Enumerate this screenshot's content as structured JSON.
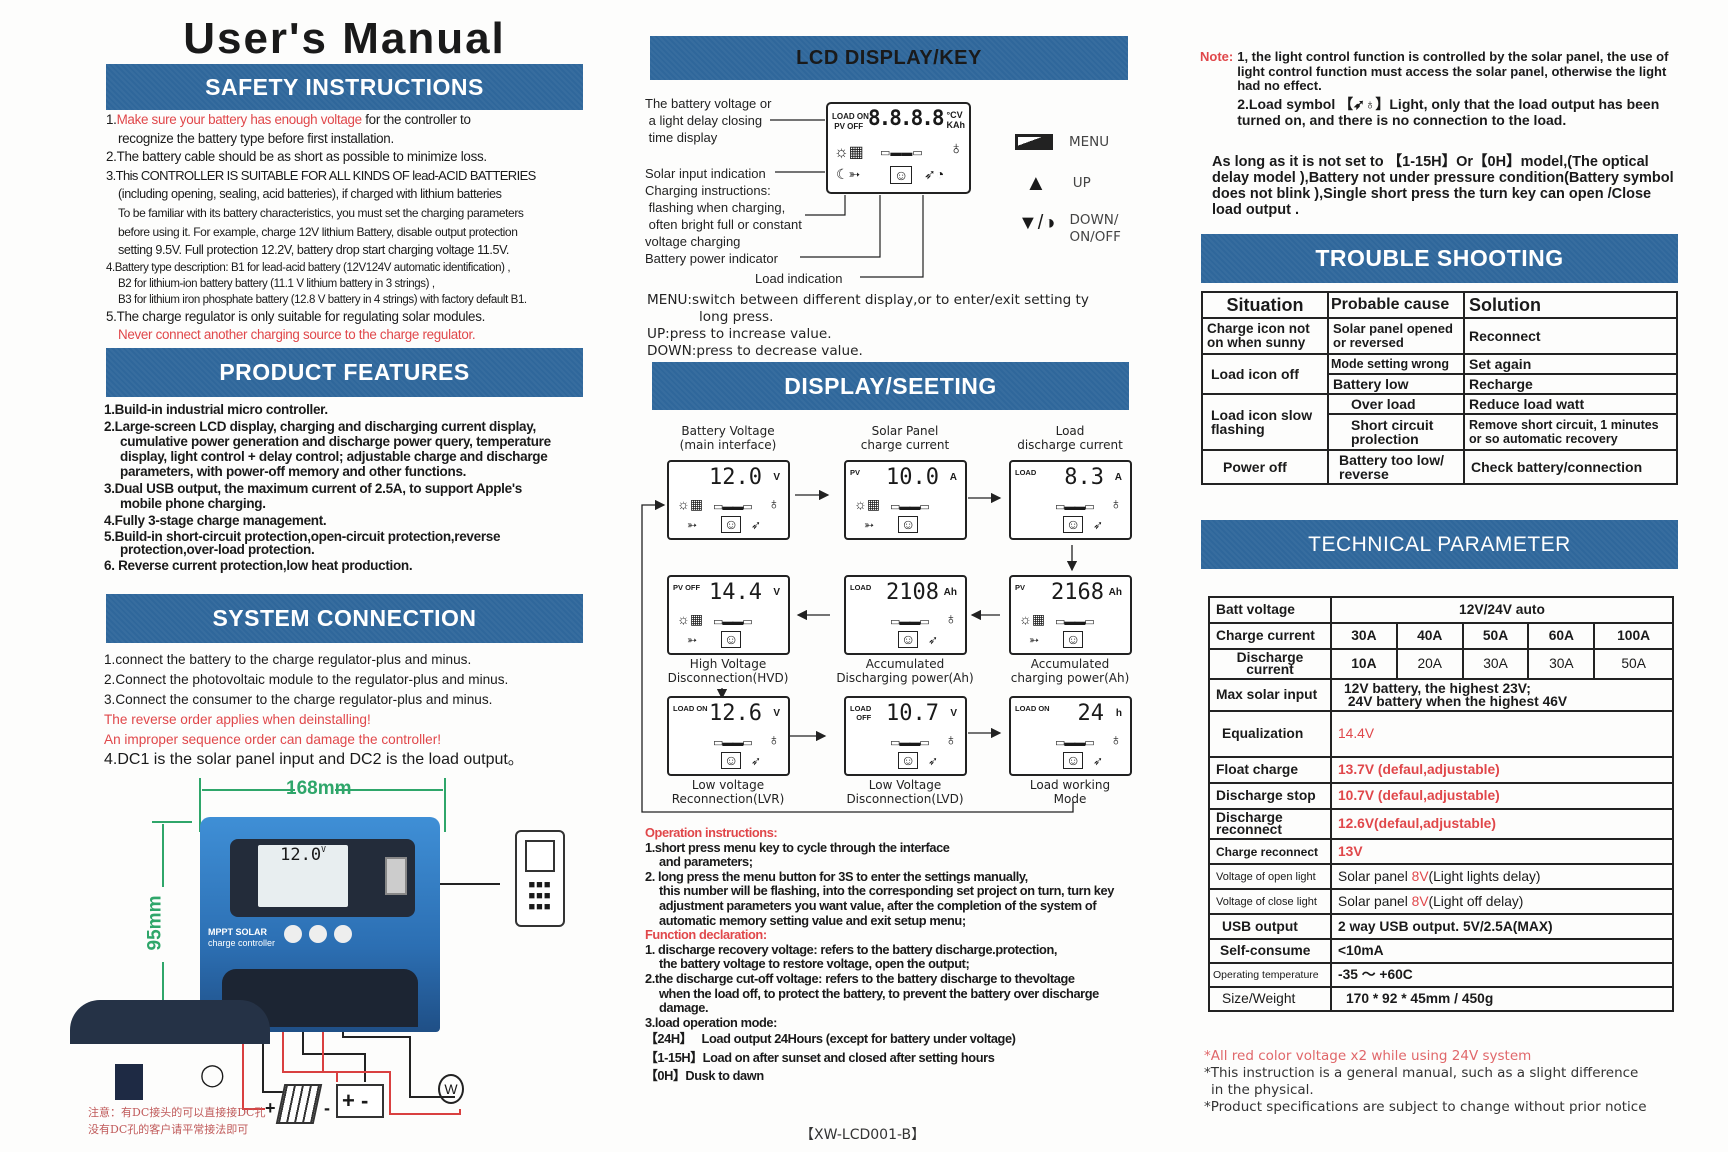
{
  "left": {
    "title": "User's Manual",
    "safety": {
      "heading": "SAFETY INSTRUCTIONS",
      "item1_prefix": "1.",
      "item1_red": "Make sure your battery has enough voltage",
      "item1_rest": " for the controller to",
      "item1_line2": "recognize the battery type before first installation.",
      "item2": "2.The battery cable should be as short as possible to minimize loss.",
      "item3_l1": "3.This CONTROLLER IS SUITABLE FOR ALL KINDS OF lead-ACID BATTERIES",
      "item3_l2": "(including opening, sealing, acid batteries), if charged with lithium batteries",
      "item3_l3": "To be familiar with its battery characteristics, you must set the charging parameters",
      "item3_l4": "before using it. For example, charge 12V lithium Battery, disable output protection",
      "item3_l5": "setting 9.5V. Full protection 12.2V, battery drop start charging voltage 11.5V.",
      "item4_l1": "4.Battery type description: B1 for lead-acid battery (12V124V automatic identification) ,",
      "item4_l2": "B2 for lithium-ion battery battery (11.1 V lithium battery in 3 strings) ,",
      "item4_l3": "B3 for lithium iron phosphate battery (12.8 V battery in 4 strings) with factory default B1.",
      "item5": "5.The charge regulator is only suitable for regulating solar modules.",
      "item5_red": "Never connect another charging source to the charge regulator."
    },
    "features": {
      "heading": "PRODUCT FEATURES",
      "item1": "1.Build-in industrial micro controller.",
      "item2_l1": "2.Large-screen LCD display, charging and discharging current display,",
      "item2_l2": "cumulative power generation and discharge power query, temperature display, light control + delay control; adjustable charge and discharge parameters, with power-off memory and other functions.",
      "item3_l1": "3.Dual USB output, the maximum current of 2.5A, to support Apple's",
      "item3_l2": "mobile phone charging.",
      "item4": "4.Fully 3-stage  charge management.",
      "item5_l1": "5.Build-in short-circuit protection,open-circuit protection,reverse",
      "item5_l2": "protection,over-load protection.",
      "item6": "6. Reverse current protection,low heat production."
    },
    "connection": {
      "heading": "SYSTEM CONNECTION",
      "item1": "1.connect the battery to the charge regulator-plus and minus.",
      "item2": "2.Connect the photovoltaic module to the regulator-plus and minus.",
      "item3": "3.Connect the consumer to the charge regulator-plus and minus.",
      "red1": "The reverse order applies when deinstalling!",
      "red2": "An improper sequence order can damage the controller!",
      "item4": "4.DC1 is the solar panel input and DC2 is the load output。"
    },
    "diagram": {
      "width_label": "168mm",
      "height_label": "95mm",
      "device_brand_l1": "MPPT SOLAR",
      "device_brand_l2": "charge controller",
      "device_lcd_value": "12.0",
      "device_lcd_unit": "V",
      "cn_note_l1": "注意：有DC接头的可以直接接DC孔",
      "cn_note_l2": "没有DC孔的客户请平常接法即可",
      "plus": "+",
      "minus": "-"
    }
  },
  "middle": {
    "lcd_key": {
      "heading": "LCD DISPLAY/KEY",
      "ann_voltage_l1": "The battery voltage or",
      "ann_voltage_l2": "a light delay closing",
      "ann_voltage_l3": "time display",
      "ann_solar": "Solar input indication",
      "ann_charging_l1": "Charging instructions:",
      "ann_charging_l2": "flashing when charging,",
      "ann_charging_l3": "often bright full or constant",
      "ann_charging_l4": "voltage charging",
      "ann_battery": "Battery power indicator",
      "ann_load": "Load indication",
      "lcd_tag_top": "LOAD ON",
      "lcd_tag_bottom": "PV OFF",
      "lcd_digits": "8.8.8.8",
      "lcd_unit_top": "°CV",
      "lcd_unit_bottom": "KAh",
      "keys": [
        {
          "label": "MENU",
          "icon": "menu-key-icon"
        },
        {
          "label": "UP",
          "icon": "up-triangle-icon"
        },
        {
          "label": "DOWN/\nON/OFF",
          "icon": "down-power-icon"
        }
      ],
      "desc_menu_l1": "MENU:switch between different display,or to enter/exit setting ty",
      "desc_menu_l2": "long press.",
      "desc_up": "UP:press to increase value.",
      "desc_down": "DOWN:press to decrease value."
    },
    "display_setting": {
      "heading": "DISPLAY/SEETING",
      "screens": [
        {
          "label": "Battery Voltage\n(main interface)",
          "tag": "",
          "value": "12.0",
          "unit": "V"
        },
        {
          "label": "Solar Panel\ncharge current",
          "tag": "PV",
          "value": "10.0",
          "unit": "A"
        },
        {
          "label": "Load\ndischarge current",
          "tag": "LOAD",
          "value": "8.3",
          "unit": "A"
        },
        {
          "label": "High Voltage\nDisconnection(HVD)",
          "tag": "PV OFF",
          "value": "14.4",
          "unit": "V"
        },
        {
          "label": "Accumulated\nDischarging power(Ah)",
          "tag": "LOAD",
          "value": "2108",
          "unit": "Ah"
        },
        {
          "label": "Accumulated\ncharging power(Ah)",
          "tag": "PV",
          "value": "2168",
          "unit": "Ah"
        },
        {
          "label": "Low voltage\nReconnection(LVR)",
          "tag": "LOAD ON",
          "value": "12.6",
          "unit": "V"
        },
        {
          "label": "Low Voltage\nDisconnection(LVD)",
          "tag": "LOAD\n   OFF",
          "value": "10.7",
          "unit": "V"
        },
        {
          "label": "Load working\nMode",
          "tag": "LOAD ON",
          "value": "24",
          "unit": "h"
        }
      ]
    },
    "operation": {
      "heading": "Operation instructions:",
      "item1_l1": "1.short press menu key to cycle through the interface",
      "item1_l2": "and parameters;",
      "item2_l1": "2. long press the menu button for 3S to enter the settings manually,",
      "item2_l2": "this number will be flashing, into the corresponding set project on turn, turn key adjustment parameters you want value, after the completion of the system of automatic memory setting value and exit setup menu;",
      "func_heading": "Function declaration:",
      "func1_l1": "1. discharge recovery voltage: refers to the battery discharge.protection,",
      "func1_l2": "the battery voltage to restore voltage, open the output;",
      "func2_l1": "2.the discharge cut-off voltage: refers to the battery discharge to thevoltage",
      "func2_l2": "when the load off, to protect the battery, to prevent the battery over discharge damage.",
      "func3": "3.load operation mode:",
      "mode_24h_key": "【24H】",
      "mode_24h": "Load output 24Hours (except for battery under voltage)",
      "mode_115h_key": "【1-15H】",
      "mode_115h": "Load on after sunset and closed after setting hours",
      "mode_0h_key": "【0H】",
      "mode_0h": "Dusk to dawn"
    },
    "model": "【XW-LCD001-B】"
  },
  "right": {
    "note_label": "Note:",
    "note1": "1, the light control function is controlled by the solar panel, the use of light control function must access the solar panel, otherwise the light had no effect.",
    "note2_a": "2.Load symbol 【",
    "note2_b": "】Light, only that the load output has been turned on, and there is no connection to the load.",
    "as_long": "As long as it is not set to 【1-15H】Or【0H】model,(The optical delay model ),Battery not under pressure condition(Battery symbol does not blink ),Single short press the turn key can open /Close load output .",
    "trouble": {
      "heading": "TROUBLE SHOOTING",
      "headers": [
        "Situation",
        "Probable cause",
        "Solution"
      ],
      "rows": [
        {
          "situation": "Charge icon not on when sunny",
          "cause": "Solar panel opened or reversed",
          "solution": "Reconnect"
        },
        {
          "situation": "Load icon off",
          "cause": "Mode setting wrong",
          "solution": "Set again"
        },
        {
          "situation": "",
          "cause": "Battery low",
          "solution": "Recharge"
        },
        {
          "situation": "Load icon slow flashing",
          "cause": "Over load",
          "solution": "Reduce load watt"
        },
        {
          "situation": "",
          "cause": "Short circuit prolection",
          "solution": "Remove short circuit, 1 minutes or so automatic recovery"
        },
        {
          "situation": "Power off",
          "cause": "Battery too low/ reverse",
          "solution": "Check battery/connection"
        }
      ]
    },
    "technical": {
      "heading": "TECHNICAL PARAMETER",
      "batt_voltage": {
        "label": "Batt voltage",
        "value": "12V/24V  auto"
      },
      "charge_current": {
        "label": "Charge current",
        "values": [
          "30A",
          "40A",
          "50A",
          "60A",
          "100A"
        ]
      },
      "discharge_current": {
        "label": "Discharge current",
        "values": [
          "10A",
          "20A",
          "30A",
          "30A",
          "50A"
        ]
      },
      "max_solar": {
        "label": "Max solar input",
        "l1": "12V battery, the highest 23V;",
        "l2": "24V battery when the highest 46V"
      },
      "equalization": {
        "label": "Equalization",
        "value": "14.4V"
      },
      "float_charge": {
        "label": "Float charge",
        "value": "13.7V  (defaul,adjustable)"
      },
      "discharge_stop": {
        "label": "Discharge stop",
        "value": "10.7V  (defaul,adjustable)"
      },
      "discharge_reconnect": {
        "label": "Discharge reconnect",
        "value": "12.6V(defaul,adjustable)"
      },
      "charge_reconnect": {
        "label": "Charge reconnect",
        "value": "13V"
      },
      "open_light": {
        "label": "Voltage of open light",
        "a": "Solar panel ",
        "red": "8V",
        "b": "(Light lights delay)"
      },
      "close_light": {
        "label": "Voltage of close light",
        "a": "Solar panel ",
        "red": "8V",
        "b": "(Light off delay)"
      },
      "usb": {
        "label": "USB output",
        "value": "2 way USB output.  5V/2.5A(MAX)"
      },
      "self_consume": {
        "label": "Self-consume",
        "value": "<10mA"
      },
      "temperature": {
        "label": "Operating temperature",
        "value": "-35 ～ +60C"
      },
      "size": {
        "label": "Size/Weight",
        "value": "170 * 92 * 45mm   /  450g"
      }
    },
    "foot_red": "*All red color voltage x2 while using 24V system",
    "foot2_l1": "*This instruction is a general manual, such as a slight difference",
    "foot2_l2": "in the physical.",
    "foot3": "*Product specifications are subject to change without prior notice"
  },
  "colors": {
    "banner": "#2f679b",
    "red": "#e0474a",
    "dimension_green": "#2fa66a"
  }
}
